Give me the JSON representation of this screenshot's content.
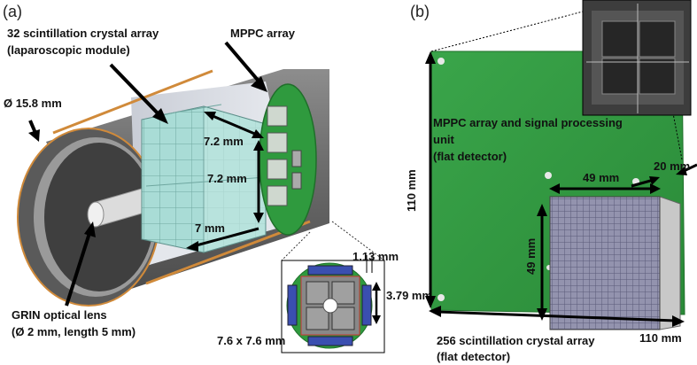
{
  "panel_a": {
    "tag": "(a)",
    "labels": {
      "crystal_array_line1": "32 scintillation crystal array",
      "crystal_array_line2": "(laparoscopic module)",
      "mppc": "MPPC array",
      "diameter": "Ø 15.8 mm",
      "grin_line1": "GRIN optical lens",
      "grin_line2": "(Ø 2 mm, length 5 mm)"
    },
    "dimensions": {
      "top": "7.2 mm",
      "mid": "7.2 mm",
      "bottom": "7 mm",
      "inset_top": "1.13 mm",
      "inset_right": "3.79 mm",
      "inset_bottom": "7.6 x 7.6 mm"
    }
  },
  "panel_b": {
    "tag": "(b)",
    "labels": {
      "mppc_line1": "MPPC array and signal processing",
      "mppc_line2": "unit",
      "mppc_line3": "(flat detector)",
      "crystal_line1": "256 scintillation crystal array",
      "crystal_line2": "(flat detector)"
    },
    "dimensions": {
      "height_board": "110 mm",
      "width_board": "110 mm",
      "crystal_w": "49 mm",
      "crystal_h": "49 mm",
      "thickness": "20 mm"
    }
  },
  "colors": {
    "pcb_green": "#2f9a3e",
    "cylinder_gray": "#6a6a6a",
    "crystal_cyan": "#a9dcd6",
    "orange_edge": "#d08a3a"
  }
}
